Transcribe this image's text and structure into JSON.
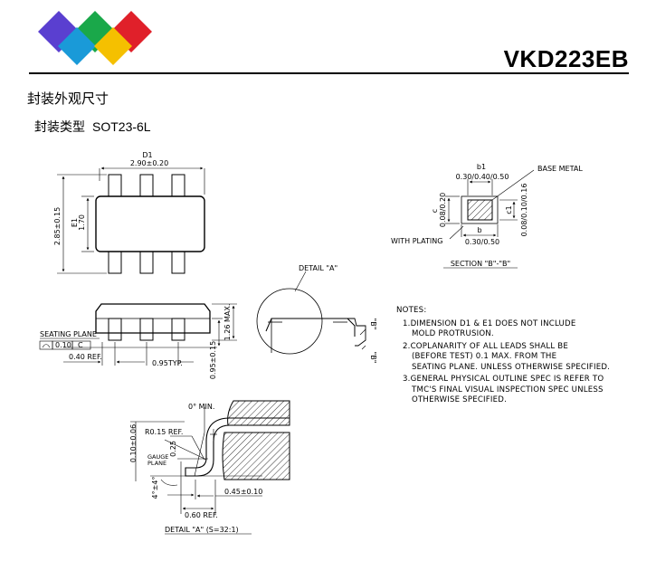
{
  "header": {
    "part_number": "VKD223EB",
    "logo_colors": [
      "#5a3fd0",
      "#1aa84a",
      "#e0202a",
      "#1a9ad8",
      "#f5c000"
    ]
  },
  "section": {
    "title": "封装外观尺寸",
    "subtitle_label": "封装类型",
    "package": "SOT23-6L"
  },
  "top_view": {
    "d1_label": "D1",
    "d1_value": "2.90±0.20",
    "e_value": "2.85±0.15",
    "e1_label": "E1",
    "e1_value": "1.70"
  },
  "side_view": {
    "seating_plane": "SEATING PLANE",
    "coplanarity": "0.10",
    "datum": "C",
    "ref_040": "0.40  REF.",
    "pitch": "0.95TYP.",
    "height_max": "1.26  MAX.",
    "standoff": "0.95±0.15"
  },
  "detail_a": {
    "label": "DETAIL \"A\"",
    "callout_b": "\"B\"",
    "title": "DETAIL \"A\" (S=32:1)",
    "angle_min": "0° MIN.",
    "r015": "R0.15  REF.",
    "gauge": "GAUGE",
    "plane": "PLANE",
    "v025": "0.25",
    "v010_006": "0.10±0.06",
    "v4deg": "4°±4°",
    "v060": "0.60  REF.",
    "v045": "0.45±0.10"
  },
  "section_b": {
    "b1_label": "b1",
    "b1_value": "0.30/0.40/0.50",
    "base_metal": "BASE METAL",
    "c_label": "c",
    "c_value": "0.08/0.20",
    "c1_label": "c1",
    "c1_value": "0.08/0.10/0.16",
    "with_plating": "WITH PLATING",
    "b_label": "b",
    "b_value": "0.30/0.50",
    "title": "SECTION \"B\"-\"B\""
  },
  "notes": {
    "title": "NOTES:",
    "items": [
      {
        "l1": "1.DIMENSION D1 & E1 DOES NOT INCLUDE",
        "l2": "MOLD PROTRUSION.",
        "l3": ""
      },
      {
        "l1": "2.COPLANARITY OF ALL LEADS SHALL BE",
        "l2": "(BEFORE TEST) 0.1 MAX. FROM THE",
        "l3": "SEATING PLANE. UNLESS OTHERWISE SPECIFIED."
      },
      {
        "l1": "3.GENERAL PHYSICAL OUTLINE SPEC IS REFER TO",
        "l2": "TMC'S FINAL VISUAL INSPECTION SPEC UNLESS",
        "l3": "OTHERWISE SPECIFIED."
      }
    ]
  }
}
